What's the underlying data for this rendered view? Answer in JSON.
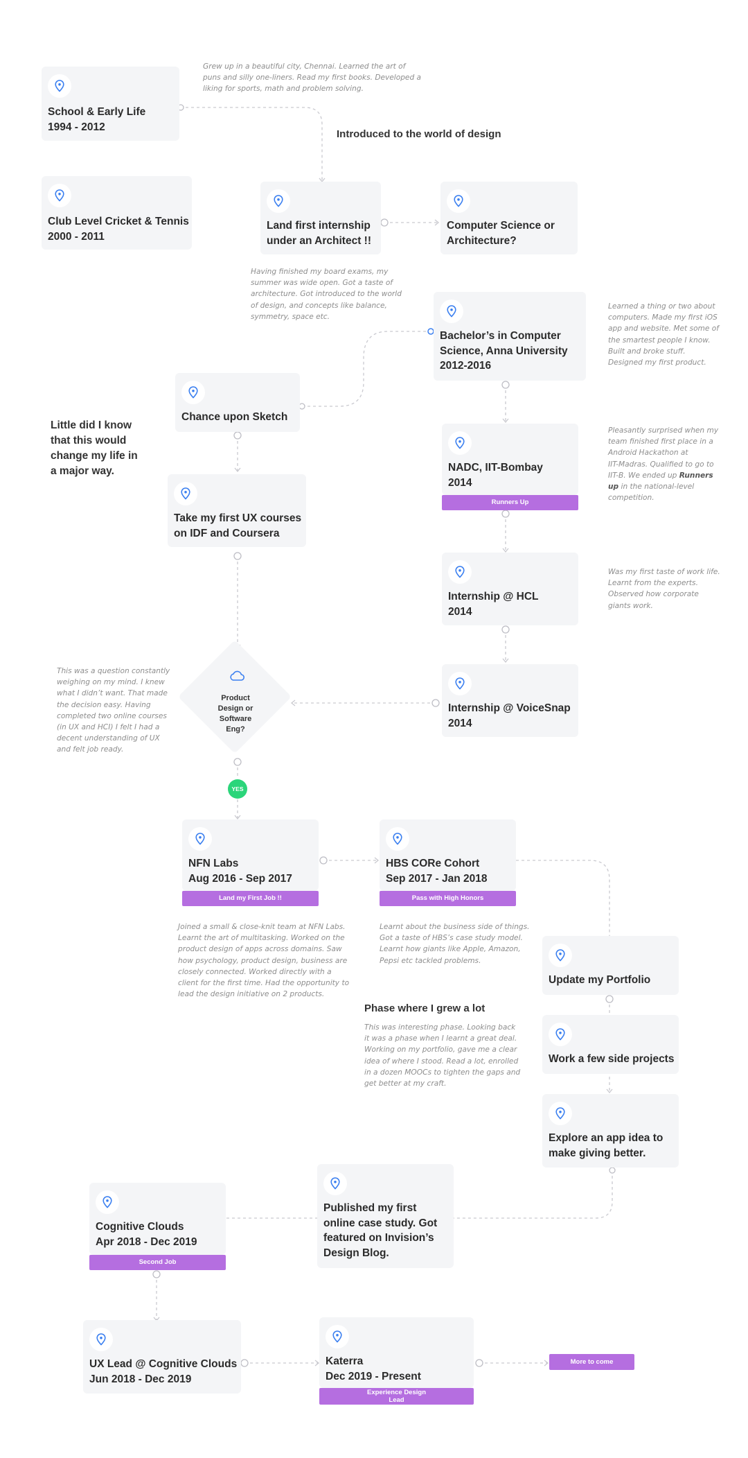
{
  "colors": {
    "accent": "#b56ee0",
    "pin": "#3a7ff0",
    "yes": "#2bd57a",
    "card": "#f4f5f7"
  },
  "cards": [
    {
      "id": "school",
      "icon": "location-pin-icon",
      "line1": "School & Early Life",
      "line2": "1994 - 2012"
    },
    {
      "id": "cricket",
      "icon": "location-pin-icon",
      "line1": "Club Level Cricket & Tennis",
      "line2": "2000 - 2011"
    },
    {
      "id": "internship-architect",
      "icon": "location-pin-icon",
      "line1": "Land first internship",
      "line2": "under an Architect !!"
    },
    {
      "id": "cs-or-arch",
      "icon": "location-pin-icon",
      "line1": "Computer Science or",
      "line2": "Architecture?"
    },
    {
      "id": "bachelors",
      "icon": "location-pin-icon",
      "line1": "Bachelor’s in Computer",
      "line2": "Science, Anna University",
      "line3": "2012-2016"
    },
    {
      "id": "sketch",
      "icon": "location-pin-icon",
      "line1": "Chance upon Sketch"
    },
    {
      "id": "nadc",
      "icon": "location-pin-icon",
      "line1": "NADC, IIT-Bombay",
      "line2": "2014",
      "badge": "Runners Up"
    },
    {
      "id": "ux-courses",
      "icon": "location-pin-icon",
      "line1": "Take my first UX courses",
      "line2": "on IDF and Coursera"
    },
    {
      "id": "hcl",
      "icon": "location-pin-icon",
      "line1": "Internship @ HCL",
      "line2": "2014"
    },
    {
      "id": "voicesnap",
      "icon": "location-pin-icon",
      "line1": "Internship @ VoiceSnap",
      "line2": "2014"
    },
    {
      "id": "nfn",
      "icon": "location-pin-icon",
      "line1": "NFN Labs",
      "line2": "Aug 2016 - Sep 2017",
      "badge": "Land my First Job !!"
    },
    {
      "id": "hbs",
      "icon": "location-pin-icon",
      "line1": "HBS CORe Cohort",
      "line2": "Sep 2017 - Jan 2018",
      "badge": "Pass with High Honors"
    },
    {
      "id": "portfolio",
      "icon": "location-pin-icon",
      "line1": "Update my Portfolio"
    },
    {
      "id": "side-projects",
      "icon": "location-pin-icon",
      "line1": "Work a few side projects"
    },
    {
      "id": "app-idea",
      "icon": "location-pin-icon",
      "line1": "Explore an app idea to",
      "line2": "make giving better."
    },
    {
      "id": "case-study",
      "icon": "location-pin-icon",
      "line1": "Published my first",
      "line2": "online case study. Got",
      "line3": "featured on Invision’s",
      "line4": "Design Blog."
    },
    {
      "id": "cognitive",
      "icon": "location-pin-icon",
      "line1": "Cognitive Clouds",
      "line2": "Apr 2018 - Dec 2019",
      "badge": "Second Job"
    },
    {
      "id": "ux-lead",
      "icon": "location-pin-icon",
      "line1": "UX Lead @ Cognitive Clouds",
      "line2": "Jun 2018 - Dec 2019"
    },
    {
      "id": "katerra",
      "icon": "location-pin-icon",
      "line1": "Katerra",
      "line2": "Dec 2019 - Present",
      "badge1": "Experience Design",
      "badge2": "Lead"
    }
  ],
  "notes": {
    "school": [
      "Grew up in a beautiful city, Chennai. Learned the art of",
      "puns and silly one-liners. Read my first books. Developed a",
      "liking for sports, math and problem solving."
    ],
    "architect": [
      "Having finished my board exams, my",
      "summer was wide open. Got a taste of",
      "architecture. Got introduced to the world",
      "of design, and concepts like balance,",
      "symmetry, space etc."
    ],
    "bachelors": [
      "Learned a thing or two about",
      "computers. Made my first iOS",
      "app and website. Met some of",
      "the smartest people I know.",
      "Built and broke stuff.",
      "Designed my first product."
    ],
    "nadc_a": [
      "Pleasantly surprised when my",
      "team finished first place in a",
      "Android Hackathon at",
      "IIT-Madras. Qualified to go to"
    ],
    "nadc_b1": "IIT-B. We ended up ",
    "nadc_b2": "Runners",
    "nadc_c1": "up",
    "nadc_c2": " in the national-level",
    "nadc_d": "competition.",
    "hcl": [
      "Was my first taste of work life.",
      "Learnt from the experts.",
      "Observed how corporate",
      "giants work."
    ],
    "question": [
      "This was a question constantly",
      "weighing on my mind. I knew",
      "what I didn’t want. That made",
      "the decision easy. Having",
      "completed two online courses",
      "(in UX and HCI) I felt I had a",
      "decent understanding of UX",
      "and felt job ready."
    ],
    "nfn": [
      "Joined a small & close-knit team at NFN Labs.",
      "Learnt the art of multitasking. Worked on the",
      "product design of apps across domains. Saw",
      "how psychology, product design, business are",
      "closely connected. Worked directly with a",
      "client for the first time. Had the opportunity to",
      "lead the design initiative on 2 products."
    ],
    "hbs": [
      "Learnt about the business side of things.",
      "Got a taste of HBS’s case study model.",
      "Learnt how giants like Apple, Amazon,",
      "Pepsi etc tackled problems."
    ],
    "phase": [
      "This was interesting phase. Looking back",
      "it was a phase when I learnt a great deal.",
      "Working on my portfolio, gave me a clear",
      "idea of where I stood. Read a lot, enrolled",
      "in a dozen MOOCs to tighten the gaps and",
      "get better at my craft."
    ]
  },
  "headings": {
    "design_world": "Introduced to the world of design",
    "phase": "Phase where I grew a lot",
    "little": [
      "Little did I know",
      "that this would",
      "change my life in",
      "a major way."
    ]
  },
  "decision": {
    "lines": [
      "Product",
      "Design or",
      "Software",
      "Eng?"
    ],
    "icon": "cloud-icon",
    "yes": "YES"
  },
  "more": "More to come"
}
